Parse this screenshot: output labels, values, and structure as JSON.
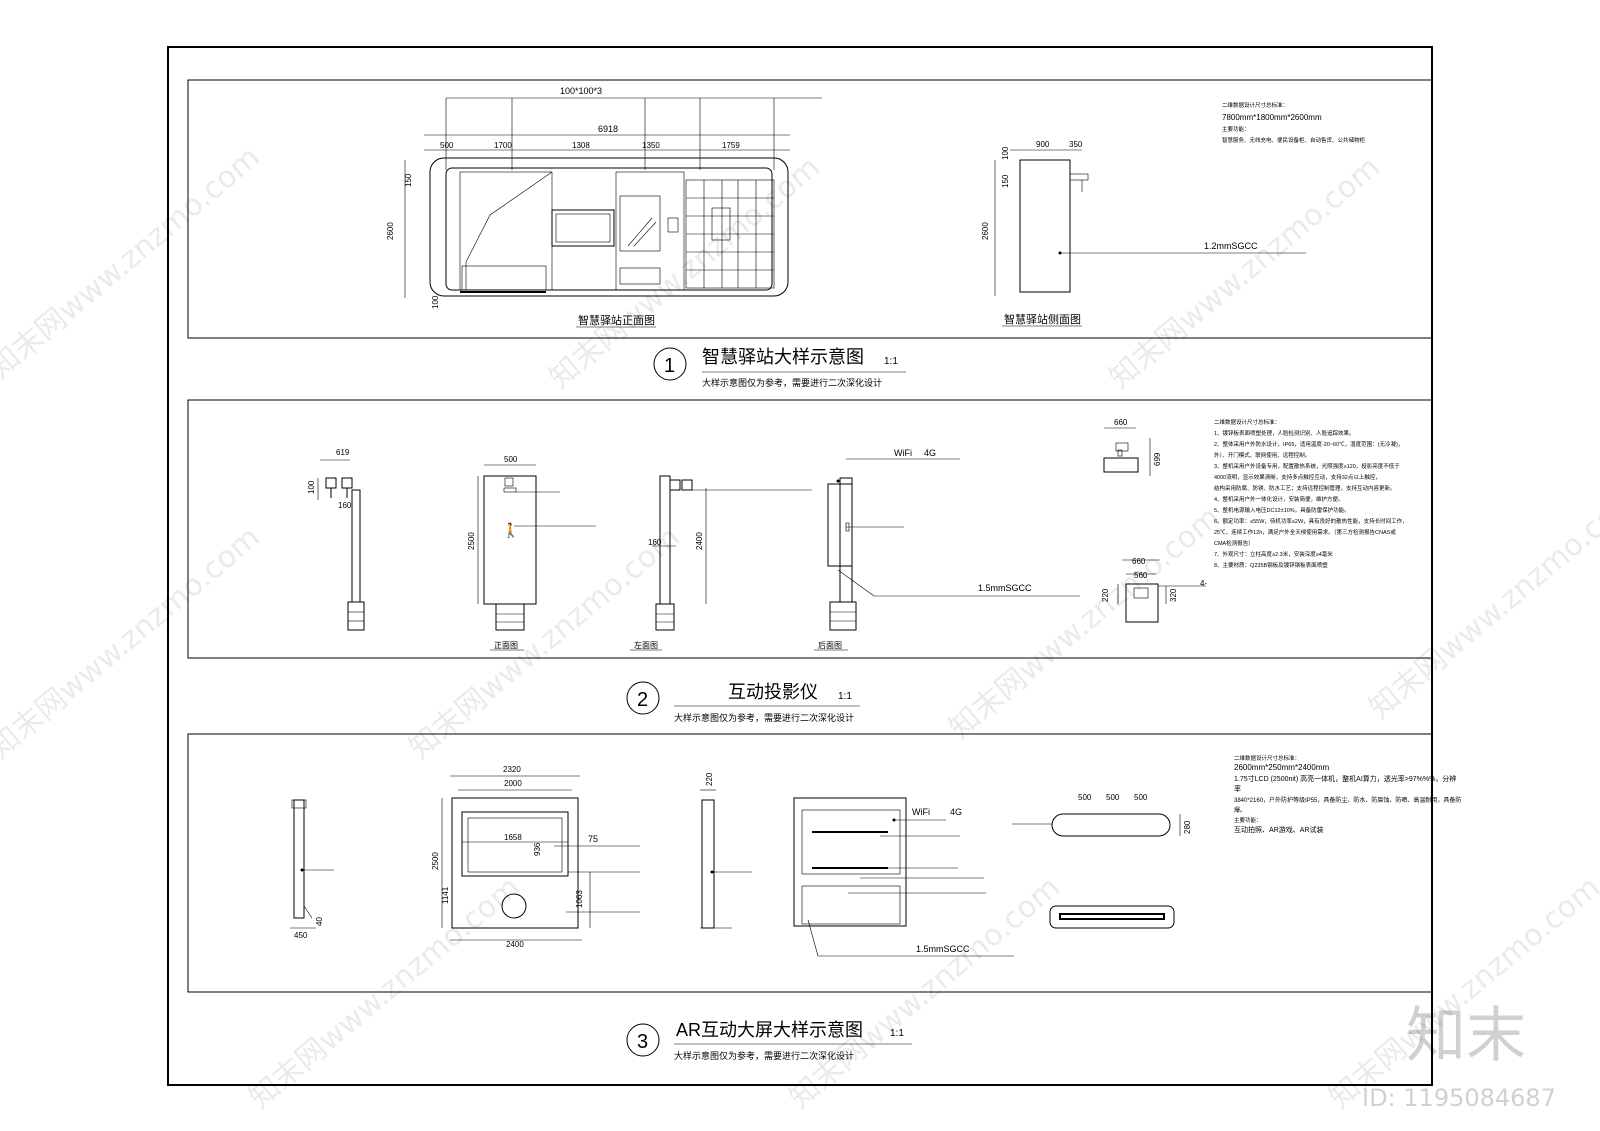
{
  "panel1": {
    "number": "1",
    "title": "智慧驿站大样示意图",
    "scale": "1:1",
    "note": "大样示意图仅为参考，需要进行二次深化设计",
    "front_label": "智慧驿站正面图",
    "side_label": "智慧驿站侧面图",
    "dims": {
      "top": "100*100*3",
      "total": "6918",
      "d1": "500",
      "d2": "1700",
      "d3": "1308",
      "d4": "1350",
      "d5": "1759",
      "height": "2600",
      "top_h": "150",
      "bottom_h": "100",
      "side_w1": "900",
      "side_w2": "350",
      "side_top": "100",
      "side_h150": "150",
      "side_h": "2600"
    },
    "material": "1.2mmSGCC",
    "spec_title": "二维数据设计尺寸总标准：",
    "spec_size": "7800mm*1800mm*2600mm",
    "spec_sub": "主要功能：",
    "spec_funcs": "智慧服务、无线充电、便民设备柜、自动售货、公共储物柜"
  },
  "panel2": {
    "number": "2",
    "title": "互动投影仪",
    "scale": "1:1",
    "note": "大样示意图仅为参考，需要进行二次深化设计",
    "label_front": "正面图",
    "label_left": "左面图",
    "label_back": "后面图",
    "dims": {
      "w619": "619",
      "h100": "100",
      "h160": "160",
      "w500": "500",
      "h2500": "2500",
      "h160b": "160",
      "h2400": "2400",
      "w660": "660",
      "h699": "699",
      "w660b": "660",
      "w560": "560",
      "h220": "220",
      "h320": "320"
    },
    "wifi": "WiFi",
    "net": "4G",
    "material": "1.5mmSGCC",
    "callout": "4-",
    "specs": [
      "二维数据设计尺寸总标准：",
      "1、镀锌板表面喷塑处理，人脸检测识别、人脸追踪效果。",
      "2、整体采用户外防水设计，IP65，适用温度-20~60℃，湿度范围：(无冷凝)，",
      "外）、开门模式、联网使用、远程控制。",
      "3、整机采用户外设备专用，配置散热系统，光照强度≥120，投影亮度不低于",
      "4000流明，显示效果清晰，支持多点触控互动，支持32点以上触控，",
      "结构采用防腐、防锈、防水工艺；支持远程控制管理，支持互动内容更新。",
      "4、整机采用户外一体化设计，安装简便，维护方便。",
      "5、整机电源输入电压DC12±10%，具备防雷保护功能。",
      "6、额定功率：≤55W，待机功率≤2W，具有良好的散热性能，支持长时间工作，",
      "25℃，连续工作12h，满足户外全天候使用需求。（第三方检测报告CNAS或",
      "CMA检测报告）",
      "7、外观尺寸：立柱高度≥2.3米，安装深度≥4毫米",
      "8、主要材质：Q235B钢板及镀锌钢板表面喷塑"
    ]
  },
  "panel3": {
    "number": "3",
    "title": "AR互动大屏大样示意图",
    "scale": "1:1",
    "note": "大样示意图仅为参考，需要进行二次深化设计",
    "dims": {
      "w450": "450",
      "h40": "40",
      "w2320": "2320",
      "w2000": "2000",
      "w1658": "1658",
      "h936": "936",
      "h2500": "2500",
      "h1141": "1141",
      "h1063": "1063",
      "w2400": "2400",
      "w220": "220",
      "seg1": "500",
      "seg2": "500",
      "seg3": "500",
      "h280": "280",
      "c75": "75"
    },
    "wifi": "WiFi",
    "net": "4G",
    "material": "1.5mmSGCC",
    "spec_title": "二维数据设计尺寸总标准：",
    "spec_size": "2600mm*250mm*2400mm",
    "spec_lines": [
      "1.75寸LCD (2500nit) 高亮一体机，整机AI算力，透光率>97%%%，分辨",
      "率",
      "3840*2160，户外防护等级IP55，具备防尘、防水、防腐蚀、防晒、高温耐用，具备防",
      "爆。"
    ],
    "spec_sub": "主要功能：",
    "spec_funcs": "互动拍照、AR游戏、AR试装"
  },
  "watermark": {
    "text": "知末网www.znzmo.com",
    "brand": "知末",
    "id": "ID: 1195084687"
  }
}
